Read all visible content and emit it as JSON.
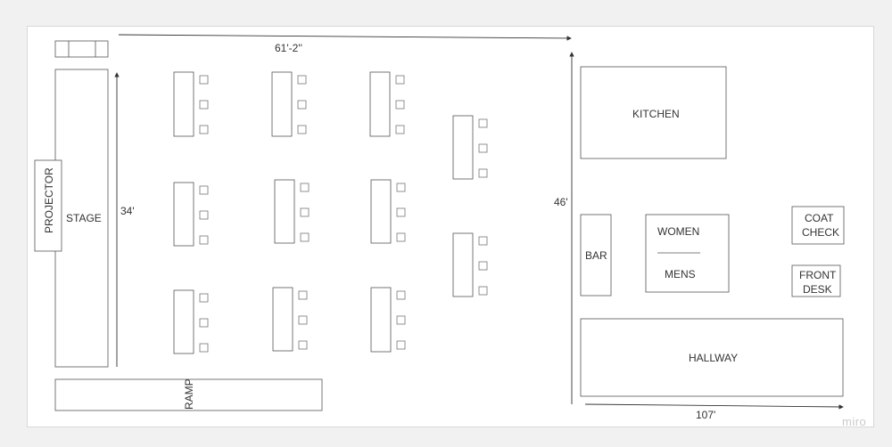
{
  "labels": {
    "stage": "STAGE",
    "projector": "PROJECTOR",
    "ramp": "RAMP",
    "kitchen": "KITCHEN",
    "bar": "BAR",
    "women": "WOMEN",
    "mens": "MENS",
    "coat_check_line1": "COAT",
    "coat_check_line2": "CHECK",
    "front_desk_line1": "FRONT",
    "front_desk_line2": "DESK",
    "hallway": "HALLWAY"
  },
  "dimensions": {
    "top_width": "61'-2''",
    "stage_height": "34'",
    "right_height": "46'",
    "bottom_width": "107'"
  },
  "watermark": "miro",
  "colors": {
    "background": "#f1f1f1",
    "canvas": "#ffffff",
    "stroke": "#555555"
  }
}
